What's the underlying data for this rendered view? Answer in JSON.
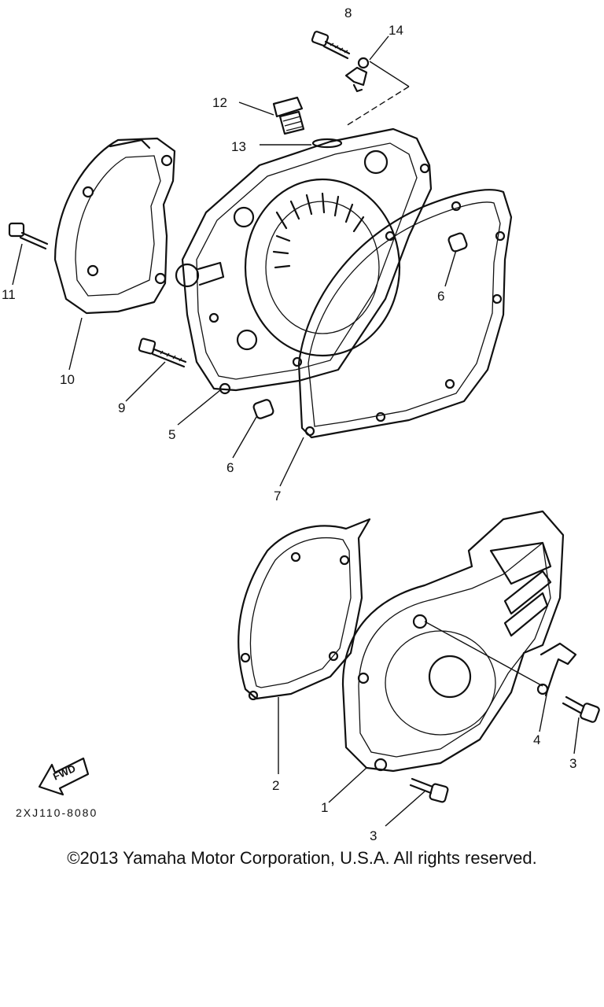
{
  "diagram": {
    "callouts": [
      {
        "id": "8",
        "text": "8"
      },
      {
        "id": "14",
        "text": "14"
      },
      {
        "id": "12",
        "text": "12"
      },
      {
        "id": "13",
        "text": "13"
      },
      {
        "id": "11",
        "text": "11"
      },
      {
        "id": "10",
        "text": "10"
      },
      {
        "id": "9",
        "text": "9"
      },
      {
        "id": "5",
        "text": "5"
      },
      {
        "id": "6a",
        "text": "6"
      },
      {
        "id": "6b",
        "text": "6"
      },
      {
        "id": "7",
        "text": "7"
      },
      {
        "id": "2",
        "text": "2"
      },
      {
        "id": "1",
        "text": "1"
      },
      {
        "id": "4",
        "text": "4"
      },
      {
        "id": "3a",
        "text": "3"
      },
      {
        "id": "3b",
        "text": "3"
      }
    ],
    "fwd_label": "FWD",
    "drawing_code": "2XJ110-8080"
  },
  "copyright": "©2013 Yamaha Motor Corporation, U.S.A. All rights reserved."
}
